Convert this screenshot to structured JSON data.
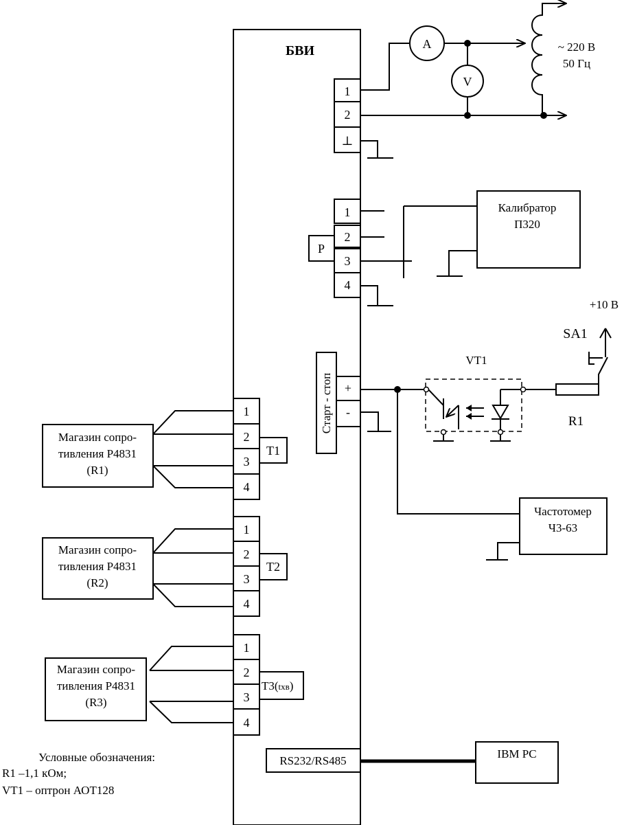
{
  "bvi": {
    "title": "БВИ"
  },
  "power": {
    "ammeter": "A",
    "voltmeter": "V",
    "line1": "~ 220 В",
    "line2": "50 Гц",
    "pins": [
      "1",
      "2",
      "⊥"
    ]
  },
  "calibrator": {
    "pins": [
      "1",
      "2",
      "3",
      "4"
    ],
    "p_label": "Р",
    "name": "Калибратор",
    "model": "П320"
  },
  "startstop": {
    "label": "Старт - стоп",
    "plus": "+",
    "minus": "-"
  },
  "optocoupler": {
    "name": "VT1"
  },
  "supply": {
    "voltage": "+10 В",
    "switch": "SA1",
    "resistor": "R1"
  },
  "freqmeter": {
    "name": "Частотомер",
    "model": "Ч3-63"
  },
  "magazines": [
    {
      "line1": "Магазин сопро-",
      "line2": "тивления Р4831",
      "line3": "(R1)",
      "sensor": "T1",
      "pins": [
        "1",
        "2",
        "3",
        "4"
      ]
    },
    {
      "line1": "Магазин сопро-",
      "line2": "тивления Р4831",
      "line3": "(R2)",
      "sensor": "T2",
      "pins": [
        "1",
        "2",
        "3",
        "4"
      ]
    },
    {
      "line1": "Магазин сопро-",
      "line2": "тивления Р4831",
      "line3": "(R3)",
      "sensor": "T3(",
      "sensor_sub": "tхв",
      "sensor_end": ")",
      "pins": [
        "1",
        "2",
        "3",
        "4"
      ]
    }
  ],
  "interface": {
    "port": "RS232/RS485",
    "pc": "IBM PC"
  },
  "legend": {
    "title": "Условные обозначения:",
    "item1": "R1 –1,1 кОм;",
    "item2": "VT1 – оптрон АОТ128"
  }
}
